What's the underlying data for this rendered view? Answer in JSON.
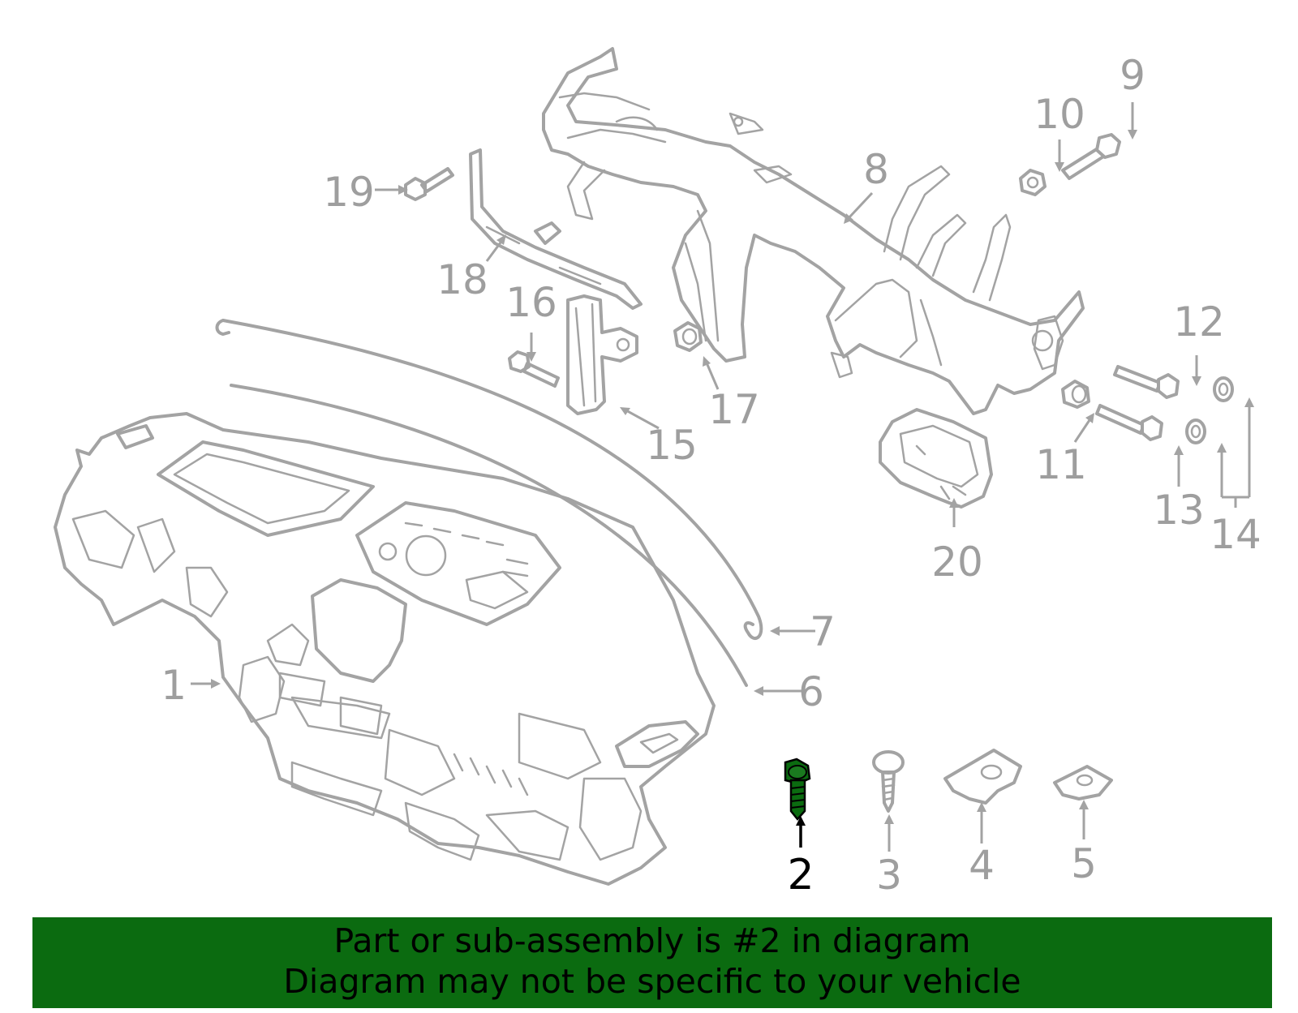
{
  "diagram": {
    "callouts": [
      {
        "id": "1",
        "label": "1"
      },
      {
        "id": "2",
        "label": "2",
        "highlighted": true
      },
      {
        "id": "3",
        "label": "3"
      },
      {
        "id": "4",
        "label": "4"
      },
      {
        "id": "5",
        "label": "5"
      },
      {
        "id": "6",
        "label": "6"
      },
      {
        "id": "7",
        "label": "7"
      },
      {
        "id": "8",
        "label": "8"
      },
      {
        "id": "9",
        "label": "9"
      },
      {
        "id": "10",
        "label": "10"
      },
      {
        "id": "11",
        "label": "11"
      },
      {
        "id": "12",
        "label": "12"
      },
      {
        "id": "13",
        "label": "13"
      },
      {
        "id": "14",
        "label": "14"
      },
      {
        "id": "15",
        "label": "15"
      },
      {
        "id": "16",
        "label": "16"
      },
      {
        "id": "17",
        "label": "17"
      },
      {
        "id": "18",
        "label": "18"
      },
      {
        "id": "19",
        "label": "19"
      },
      {
        "id": "20",
        "label": "20"
      }
    ]
  },
  "colors": {
    "part_stroke": "#a3a3a3",
    "callout_text": "#9e9e9e",
    "highlight_part": "#0b6b10",
    "highlight_text": "#000000",
    "banner_bg": "#0b6b10"
  },
  "banner": {
    "line1": "Part or sub-assembly is #2 in diagram",
    "line2": "Diagram may not be specific to your vehicle"
  }
}
